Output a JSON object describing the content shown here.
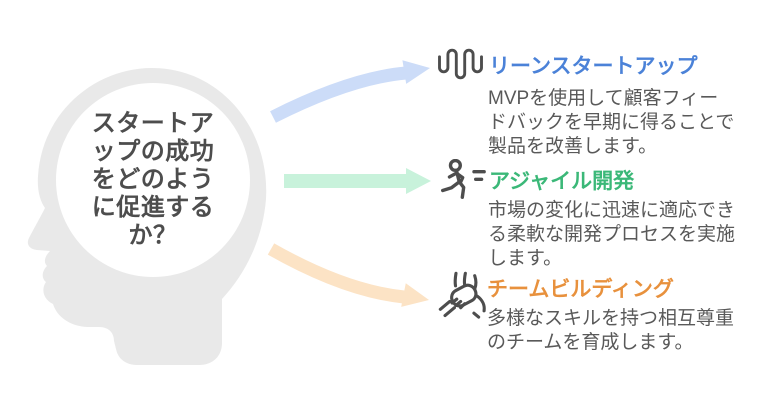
{
  "head": {
    "question": "スタートア\nップの成功\nをどのよう\nに促進する\nか？"
  },
  "branches": [
    {
      "title": "リーンスタートアップ",
      "description": "MVPを使用して顧客フィー\nドバックを早期に得ることで\n製品を改善します。",
      "icon": "waveform-icon",
      "title_color": "#4b82d8",
      "arrow_color": "#ccdcf8"
    },
    {
      "title": "アジャイル開発",
      "description": "市場の変化に迅速に適応でき\nる柔軟な開発プロセスを実施\nします。",
      "icon": "runner-icon",
      "title_color": "#3bb878",
      "arrow_color": "#c8f2db"
    },
    {
      "title": "チームビルディング",
      "description": "多様なスキルを持つ相互尊重\nのチームを育成します。",
      "icon": "hands-together-icon",
      "title_color": "#e8913d",
      "arrow_color": "#fce3c5"
    }
  ],
  "colors": {
    "head_fill": "#e9e9e9",
    "question_text": "#4d4d4d",
    "description_text": "#595959",
    "icon_stroke": "#4d4d4d"
  }
}
